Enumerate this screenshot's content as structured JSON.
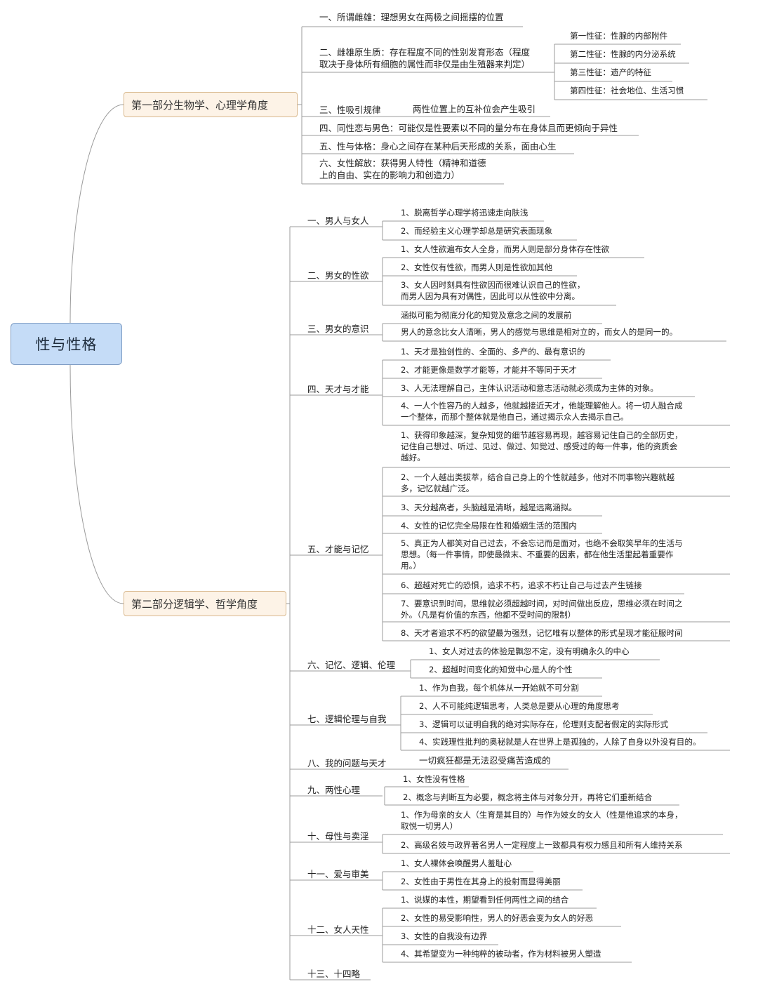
{
  "root": {
    "label": "性与性格"
  },
  "parts": [
    {
      "label": "第一部分生物学、心理学角度",
      "sections": [
        {
          "label": "一、所谓雌雄：理想男女在两极之间摇摆的位置"
        },
        {
          "label": "二、雌雄原生质：存在程度不同的性别发育形态（程度\n取决于身体所有细胞的属性而非仅是由生殖器来判定）",
          "items": [
            "第一性征：性腺的内部附件",
            "第二性征：性腺的内分泌系统",
            "第三性征：遗产的特征",
            "第四性征：社会地位、生活习惯"
          ]
        },
        {
          "label": "三、性吸引规律",
          "note": "两性位置上的互补位会产生吸引"
        },
        {
          "label": "四、同性恋与男色：可能仅是性要素以不同的量分布在身体且而更倾向于异性"
        },
        {
          "label": "五、性与体格：身心之间存在某种后天形成的关系，面由心生"
        },
        {
          "label": "六、女性解放：获得男人特性（精神和道德\n上的自由、实在的影响力和创造力）"
        }
      ]
    },
    {
      "label": "第二部分逻辑学、哲学角度",
      "sections": [
        {
          "label": "一、男人与女人",
          "items": [
            "1、脱离哲学心理学将迅速走向肤浅",
            "2、而经验主义心理学却总是研究表面现象"
          ]
        },
        {
          "label": "二、男女的性欲",
          "items": [
            "1、女人性欲遍布女人全身，而男人则是部分身体存在性欲",
            "2、女性仅有性欲，而男人则是性欲加其他",
            "3、女人因时刻具有性欲因而很难认识自己的性欲，\n而男人因为具有对偶性，因此可以从性欲中分离。"
          ]
        },
        {
          "label": "三、男女的意识",
          "items": [
            "涵拟可能为彻底分化的知觉及意念之间的发展前",
            "男人的意念比女人清晰，男人的感觉与思维是相对立的，而女人的是同一的。"
          ]
        },
        {
          "label": "四、天才与才能",
          "items": [
            "1、天才是独创性的、全面的、多产的、最有意识的",
            "2、才能更像是数学才能等，才能并不等同于天才",
            "3、人无法理解自己，主体认识活动和意志活动就必须成为主体的对象。",
            "4、一人个性容乃的人越多，他就越接近天才，他能理解他人。将一切人融合成\n一个整体，而那个整体就是他自己，通过揭示众人去揭示自己。"
          ]
        },
        {
          "label": "五、才能与记忆",
          "items": [
            "1、获得印象越深，复杂知觉的细节越容易再现，越容易记住自己的全部历史，\n记住自己想过、听过、见过、做过、知觉过、感受过的每一件事，他的资质会\n越好。",
            "2、一个人越出类拔萃，结合自己身上的个性就越多，他对不同事物兴趣就越\n多，记忆就越广泛。",
            "3、天分越高者，头脑越是清晰，越是远离涵拟。",
            "4、女性的记忆完全局限在性和婚姻生活的范围内",
            "5、真正为人都笑对自己过去，不会忘记而是面对，也绝不会取笑早年的生活与\n思想。（每一件事情，即使最微末、不重要的因素，都在他生活里起着重要作\n用。）",
            "6、超越对死亡的恐惧，追求不朽，追求不朽让自己与过去产生链接",
            "7、要意识到时间，思维就必须超越时间，对时间做出反应，思维必须在时间之\n外。（凡是有价值的东西，他都不受时间的限制）",
            "8、天才者追求不朽的欲望最为强烈，记忆唯有以整体的形式呈现才能征服时间"
          ]
        },
        {
          "label": "六、记忆、逻辑、伦理",
          "items": [
            "1、女人对过去的体验是飘忽不定，没有明确永久的中心",
            "2、超越时间变化的知觉中心是人的个性"
          ]
        },
        {
          "label": "七、逻辑伦理与自我",
          "items": [
            "1、作为自我，每个机体从一开始就不可分割",
            "2、人不可能纯逻辑思考，人类总是要从心理的角度思考",
            "3、逻辑可以证明自我的绝对实际存在，伦理则支配者假定的实际形式",
            "4、实践理性批判的奥秘就是人在世界上是孤独的，人除了自身以外没有目的。"
          ]
        },
        {
          "label": "八、我的问题与天才",
          "note": "一切疯狂都是无法忍受痛苦造成的"
        },
        {
          "label": "九、两性心理",
          "items": [
            "1、女性没有性格",
            "2、概念与判断互为必要，概念将主体与对象分开，再将它们重新结合"
          ]
        },
        {
          "label": "十、母性与卖淫",
          "items": [
            "1、作为母亲的女人（生育是其目的）与作为妓女的女人（性是他追求的本身，\n取悦一切男人）",
            "2、高级名妓与政界著名男人一定程度上一致都具有权力感且和所有人维持关系"
          ]
        },
        {
          "label": "十一、爱与审美",
          "items": [
            "1、女人裸体会唤醒男人羞耻心",
            "2、女性由于男性在其身上的投射而显得美丽"
          ]
        },
        {
          "label": "十二、女人天性",
          "items": [
            "1、说媒的本性，期望看到任何两性之间的结合",
            "2、女性的易受影响性，男人的好恶会变为女人的好恶",
            "3、女性的自我没有边界",
            "4、其希望变为一种纯粹的被动者，作为材料被男人塑造"
          ]
        },
        {
          "label": "十三、十四略"
        }
      ]
    }
  ],
  "colors": {
    "line": "#9b9b9b",
    "root_fill": "#c5dcf7",
    "part_fill": "#fdf3e7"
  }
}
